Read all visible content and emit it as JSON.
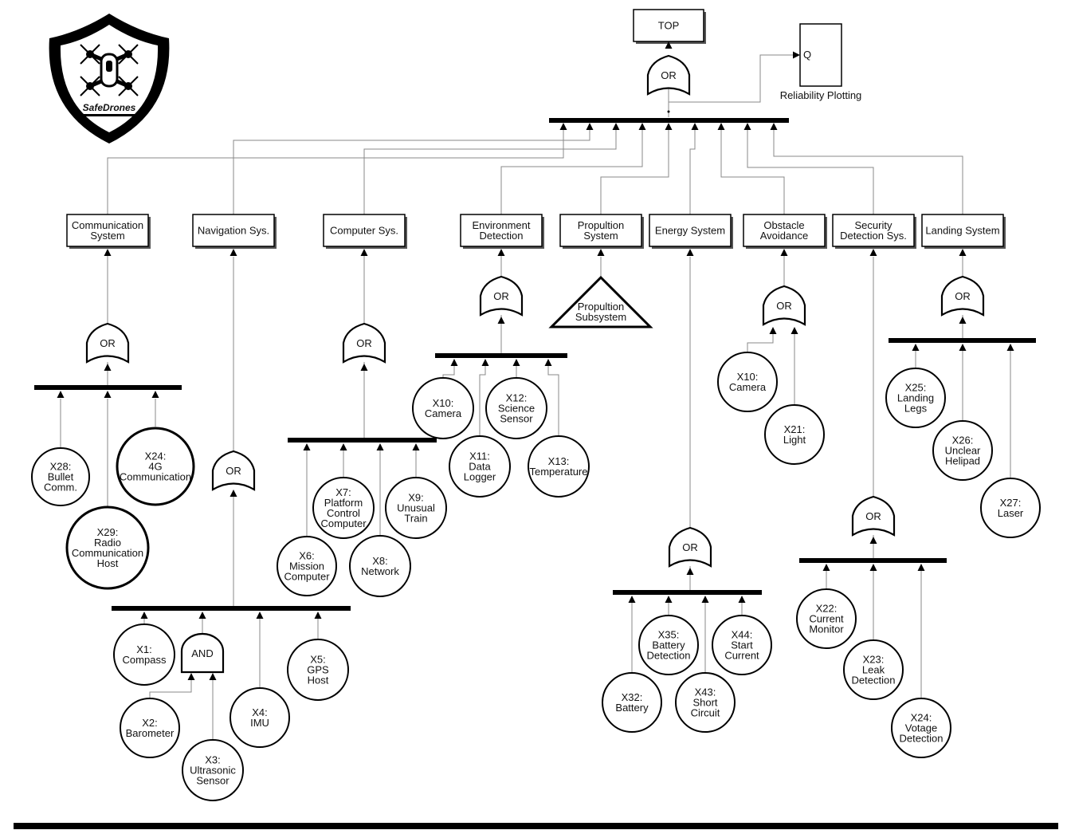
{
  "top_event": "TOP",
  "top_gate": "OR",
  "plot": {
    "port_label": "Q",
    "caption": "Reliability Plotting"
  },
  "logo": {
    "text": "SafeDrones"
  },
  "subsystems": [
    {
      "label": [
        "Communication",
        "System"
      ],
      "gate": "OR",
      "events": [
        {
          "id": "x28",
          "lines": [
            "X28:",
            "Bullet",
            "Comm."
          ]
        },
        {
          "id": "x29",
          "lines": [
            "X29:",
            "Radio",
            "Communication",
            "Host"
          ]
        },
        {
          "id": "x24a",
          "lines": [
            "X24:",
            "4G",
            "Communication"
          ]
        }
      ]
    },
    {
      "label": [
        "Navigation Sys."
      ],
      "gate": "OR",
      "events": [
        {
          "id": "x1",
          "lines": [
            "X1:",
            "Compass"
          ]
        },
        {
          "id": "x2",
          "lines": [
            "X2:",
            "Barometer"
          ]
        },
        {
          "id": "x3",
          "lines": [
            "X3:",
            "Ultrasonic",
            "Sensor"
          ]
        },
        {
          "id": "x4",
          "lines": [
            "X4:",
            "IMU"
          ]
        },
        {
          "id": "x5",
          "lines": [
            "X5:",
            "GPS",
            "Host"
          ]
        }
      ],
      "sub_gate": "AND"
    },
    {
      "label": [
        "Computer Sys."
      ],
      "gate": "OR",
      "events": [
        {
          "id": "x6",
          "lines": [
            "X6:",
            "Mission",
            "Computer"
          ]
        },
        {
          "id": "x7",
          "lines": [
            "X7:",
            "Platform",
            "Control",
            "Computer"
          ]
        },
        {
          "id": "x8",
          "lines": [
            "X8:",
            "Network"
          ]
        },
        {
          "id": "x9",
          "lines": [
            "X9:",
            "Unusual",
            "Train"
          ]
        }
      ]
    },
    {
      "label": [
        "Environment",
        "Detection"
      ],
      "gate": "OR",
      "events": [
        {
          "id": "x10a",
          "lines": [
            "X10:",
            "Camera"
          ]
        },
        {
          "id": "x11",
          "lines": [
            "X11:",
            "Data",
            "Logger"
          ]
        },
        {
          "id": "x12",
          "lines": [
            "X12:",
            "Science",
            "Sensor"
          ]
        },
        {
          "id": "x13",
          "lines": [
            "X13:",
            "Temperature"
          ]
        }
      ]
    },
    {
      "label": [
        "Propultion",
        "System"
      ],
      "transfer": [
        "Propultion",
        "Subsystem"
      ]
    },
    {
      "label": [
        "Energy System"
      ],
      "gate": "OR",
      "events": [
        {
          "id": "x32",
          "lines": [
            "X32:",
            "Battery"
          ]
        },
        {
          "id": "x35",
          "lines": [
            "X35:",
            "Battery",
            "Detection"
          ]
        },
        {
          "id": "x43",
          "lines": [
            "X43:",
            "Short",
            "Circuit"
          ]
        },
        {
          "id": "x44",
          "lines": [
            "X44:",
            "Start",
            "Current"
          ]
        }
      ]
    },
    {
      "label": [
        "Obstacle",
        "Avoidance"
      ],
      "gate": "OR",
      "events": [
        {
          "id": "x10b",
          "lines": [
            "X10:",
            "Camera"
          ]
        },
        {
          "id": "x21",
          "lines": [
            "X21:",
            "Light"
          ]
        }
      ]
    },
    {
      "label": [
        "Security",
        "Detection Sys."
      ],
      "gate": "OR",
      "events": [
        {
          "id": "x22",
          "lines": [
            "X22:",
            "Current",
            "Monitor"
          ]
        },
        {
          "id": "x23",
          "lines": [
            "X23:",
            "Leak",
            "Detection"
          ]
        },
        {
          "id": "x24b",
          "lines": [
            "X24:",
            "Votage",
            "Detection"
          ]
        }
      ]
    },
    {
      "label": [
        "Landing System"
      ],
      "gate": "OR",
      "events": [
        {
          "id": "x25",
          "lines": [
            "X25:",
            "Landing",
            "Legs"
          ]
        },
        {
          "id": "x26",
          "lines": [
            "X26:",
            "Unclear",
            "Helipad"
          ]
        },
        {
          "id": "x27",
          "lines": [
            "X27:",
            "Laser"
          ]
        }
      ]
    }
  ]
}
